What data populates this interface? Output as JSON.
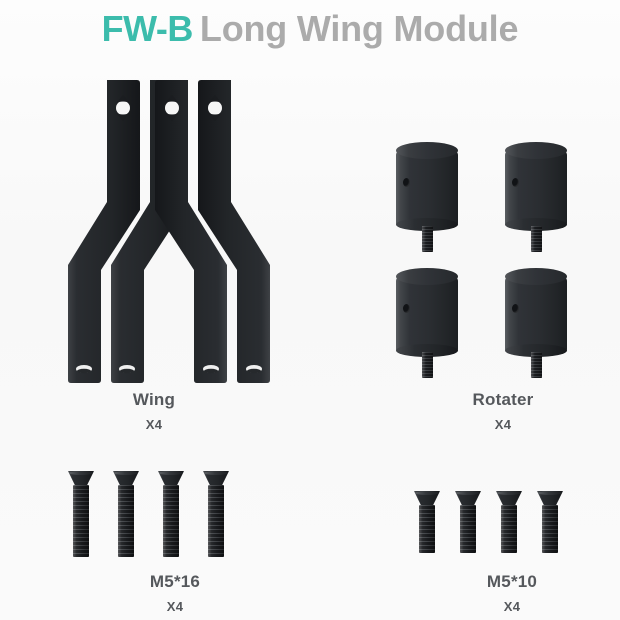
{
  "title": {
    "code": "FW-B",
    "rest": "Long Wing Module",
    "code_color": "#3cbcac",
    "rest_color": "#ababab"
  },
  "background_color": "#fbfbfb",
  "part_color": "#2a2d31",
  "parts": [
    {
      "id": "wing",
      "name": "Wing",
      "qty": "X4",
      "count": 4,
      "shape": "bent-bracket",
      "hole_top": "round",
      "hole_bottom": "slot"
    },
    {
      "id": "rotater",
      "name": "Rotater",
      "qty": "X4",
      "count": 4,
      "shape": "cylinder-with-stud",
      "side_hole": true
    },
    {
      "id": "screw-m5x16",
      "name": "M5*16",
      "qty": "X4",
      "count": 4,
      "shape": "countersunk-screw",
      "length_mm": 16
    },
    {
      "id": "screw-m5x10",
      "name": "M5*10",
      "qty": "X4",
      "count": 4,
      "shape": "countersunk-screw",
      "length_mm": 10
    }
  ]
}
